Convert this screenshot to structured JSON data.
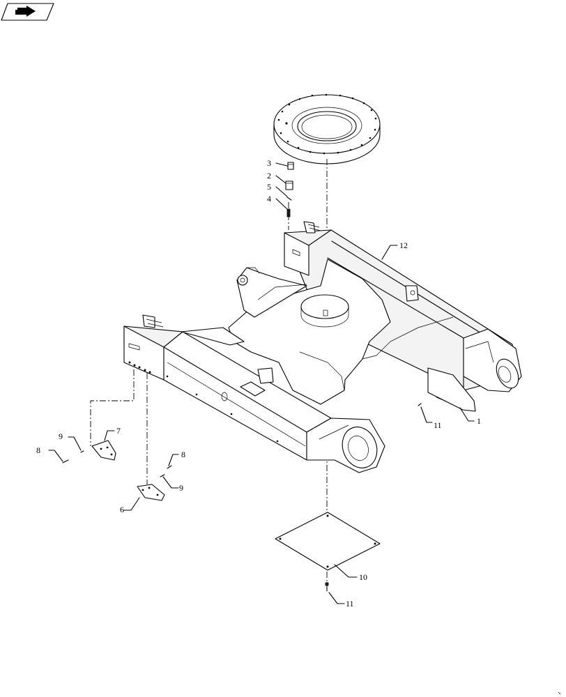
{
  "nav": {
    "icon": "arrow-right-icon"
  },
  "callouts": [
    {
      "id": "1",
      "label": "1"
    },
    {
      "id": "2",
      "label": "2"
    },
    {
      "id": "3",
      "label": "3"
    },
    {
      "id": "4",
      "label": "4"
    },
    {
      "id": "5",
      "label": "5"
    },
    {
      "id": "6",
      "label": "6"
    },
    {
      "id": "7",
      "label": "7"
    },
    {
      "id": "8a",
      "label": "8"
    },
    {
      "id": "8b",
      "label": "8"
    },
    {
      "id": "9a",
      "label": "9"
    },
    {
      "id": "9b",
      "label": "9"
    },
    {
      "id": "10",
      "label": "10"
    },
    {
      "id": "11a",
      "label": "11"
    },
    {
      "id": "11b",
      "label": "11"
    },
    {
      "id": "12",
      "label": "12"
    }
  ],
  "colors": {
    "line": "#000000",
    "background": "#ffffff"
  }
}
